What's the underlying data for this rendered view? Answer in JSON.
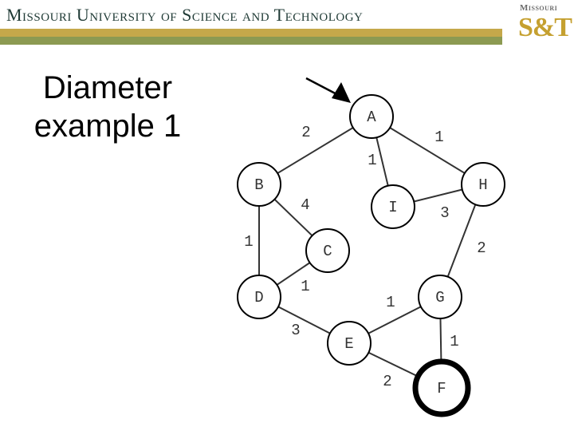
{
  "header": {
    "title": "Missouri University of Science and Technology",
    "logo_top": "Missouri",
    "logo_main": "S&T"
  },
  "slide": {
    "title_line1": "Diameter",
    "title_line2": "example 1"
  },
  "colors": {
    "gold": "#c5a84a",
    "olive": "#8c9a52",
    "title_text": "#1f3a35"
  },
  "graph": {
    "nodes": [
      {
        "id": "A",
        "label": "A",
        "start": true
      },
      {
        "id": "B",
        "label": "B"
      },
      {
        "id": "H",
        "label": "H"
      },
      {
        "id": "I",
        "label": "I"
      },
      {
        "id": "C",
        "label": "C"
      },
      {
        "id": "D",
        "label": "D"
      },
      {
        "id": "G",
        "label": "G"
      },
      {
        "id": "E",
        "label": "E"
      },
      {
        "id": "F",
        "label": "F",
        "highlighted": true
      }
    ],
    "edges": [
      {
        "from": "A",
        "to": "B",
        "weight": "2"
      },
      {
        "from": "A",
        "to": "H",
        "weight": "1"
      },
      {
        "from": "A",
        "to": "I",
        "weight": "1"
      },
      {
        "from": "B",
        "to": "C",
        "weight": "4"
      },
      {
        "from": "I",
        "to": "H",
        "weight": "3"
      },
      {
        "from": "B",
        "to": "D",
        "weight": "1"
      },
      {
        "from": "H",
        "to": "G",
        "weight": "2"
      },
      {
        "from": "D",
        "to": "C",
        "weight": "1"
      },
      {
        "from": "E",
        "to": "G",
        "weight": "1"
      },
      {
        "from": "D",
        "to": "E",
        "weight": "3"
      },
      {
        "from": "G",
        "to": "F",
        "weight": "1"
      },
      {
        "from": "E",
        "to": "F",
        "weight": "2"
      }
    ]
  }
}
